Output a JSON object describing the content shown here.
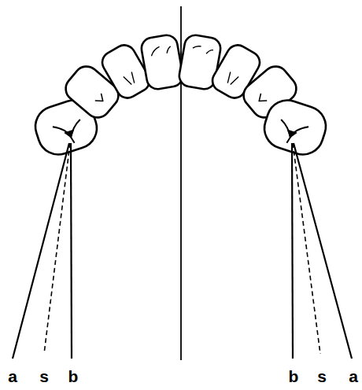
{
  "diagram": {
    "labels": [
      "a",
      "s",
      "b",
      "b",
      "s",
      "a"
    ]
  }
}
